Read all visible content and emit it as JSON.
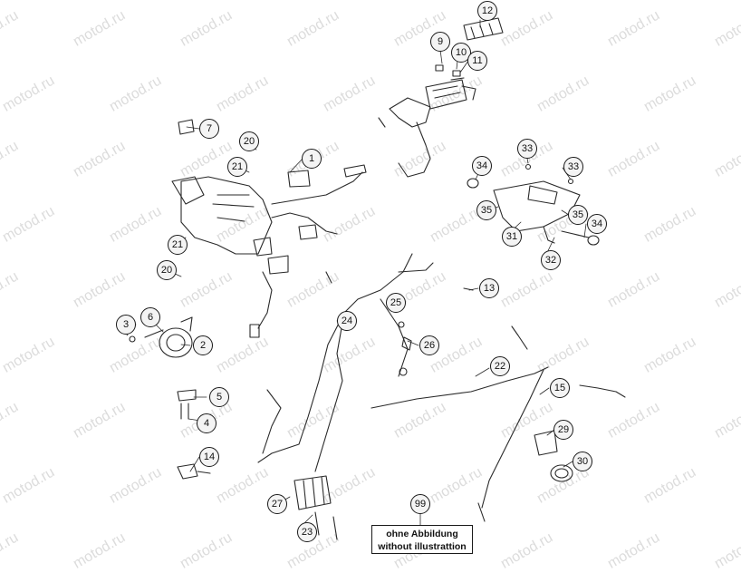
{
  "watermark": "motod.ru",
  "callouts": [
    "1",
    "2",
    "3",
    "4",
    "5",
    "6",
    "7",
    "9",
    "10",
    "11",
    "12",
    "13",
    "14",
    "15",
    "20",
    "21",
    "21",
    "20",
    "22",
    "23",
    "24",
    "25",
    "26",
    "27",
    "29",
    "30",
    "31",
    "32",
    "33",
    "33",
    "34",
    "34",
    "35",
    "35",
    "99"
  ],
  "note": {
    "line1": "ohne Abbildung",
    "line2": "without illustrattion"
  },
  "colors": {
    "line": "#2a2a2a",
    "callout_fill": "#f4f4f4",
    "watermark": "#dcdcdc"
  }
}
